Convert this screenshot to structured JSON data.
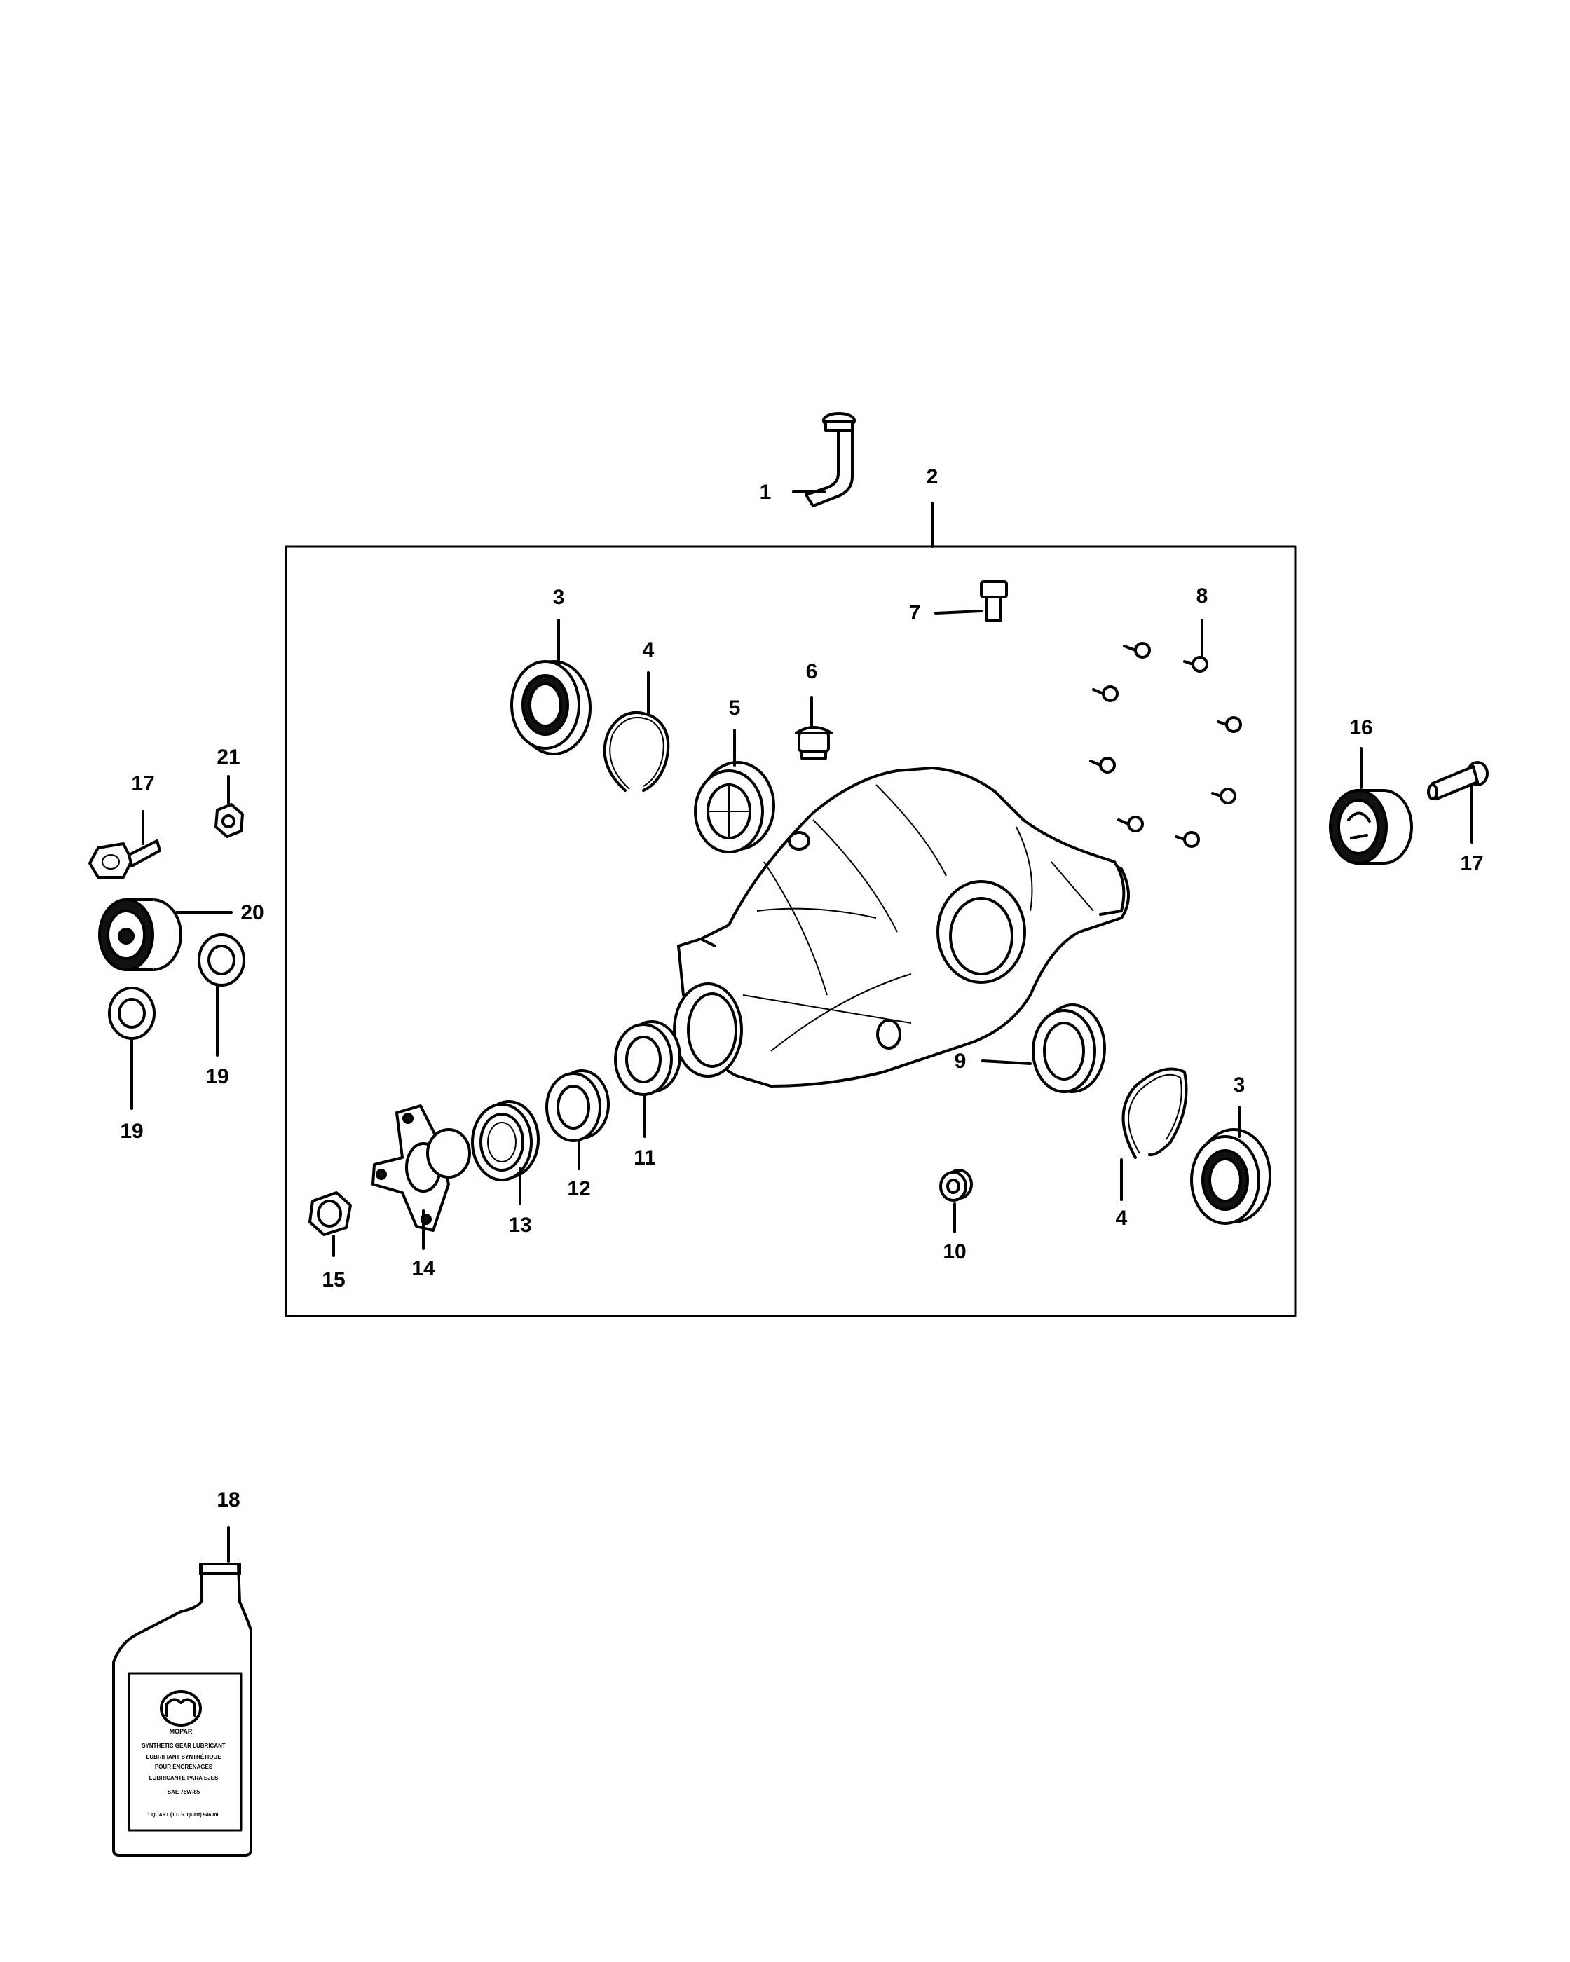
{
  "diagram": {
    "callouts": {
      "c1": "1",
      "c2": "2",
      "c3a": "3",
      "c3b": "3",
      "c4a": "4",
      "c4b": "4",
      "c5": "5",
      "c6": "6",
      "c7": "7",
      "c8": "8",
      "c9": "9",
      "c10": "10",
      "c11": "11",
      "c12": "12",
      "c13": "13",
      "c14": "14",
      "c15": "15",
      "c16": "16",
      "c17a": "17",
      "c17b": "17",
      "c18": "18",
      "c19a": "19",
      "c19b": "19",
      "c20": "20",
      "c21": "21"
    },
    "bottle_label": {
      "brand": "MOPAR",
      "l1": "SYNTHETIC GEAR LUBRICANT",
      "l2": "LUBRIFIANT SYNTHÉTIQUE",
      "l3": "POUR ENGRENAGES",
      "l4": "LUBRICANTE PARA EJES",
      "l5": "SAE 75W-85",
      "l6": "",
      "l7": "1 QUART (1 U.S. Quart) 946 mL"
    }
  }
}
